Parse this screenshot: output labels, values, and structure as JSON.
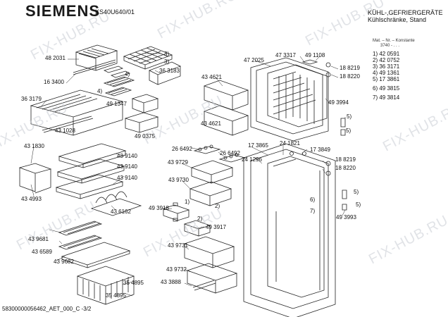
{
  "header": {
    "brand": "SIEMENS",
    "model": "KS40U640/01",
    "category_line1": "KÜHL-,GEFRIERGERÄTE",
    "category_line2": "Kühlschränke, Stand"
  },
  "legend": {
    "heading_line1": "Mat. – Nr. – Konstante",
    "heading_line2": "3740 - . . .",
    "items": [
      "1) 42 0591",
      "2) 42 0752",
      "3) 36 3171",
      "4) 49 1361",
      "5) 17 3861",
      "6) 49 3815",
      "7) 49 3814"
    ]
  },
  "part_labels": [
    "48 2031",
    "16 3400",
    "36 3179",
    "43 1028",
    "36 3183",
    "49 1347",
    "49 0375",
    "43 4621",
    "43 4621",
    "47 2025",
    "47 3317",
    "49 1108",
    "18 8219",
    "18 8220",
    "49 3994",
    "43 1830",
    "43 9140",
    "43 9140",
    "43 9140",
    "43 4993",
    "43 6162",
    "26 6492",
    "26 6492",
    "17 3865",
    "24 1821",
    "17 3849",
    "24 1296",
    "18 8219",
    "18 8220",
    "43 9729",
    "43 9730",
    "49 3918",
    "49 3917",
    "49 3993",
    "43 9681",
    "43 6589",
    "43 9682",
    "43 9731",
    "43 9732",
    "43 3888",
    "35 4895",
    "35 4895"
  ],
  "callouts": [
    "3)",
    "3)",
    "4)",
    "4)",
    "5)",
    "5)",
    "5)",
    "5)",
    "6)",
    "7)",
    "1)",
    "2)",
    "2)"
  ],
  "footer": "58300000056462_AET_000_C  -3/2",
  "watermark": "FIX-HUB.RU"
}
